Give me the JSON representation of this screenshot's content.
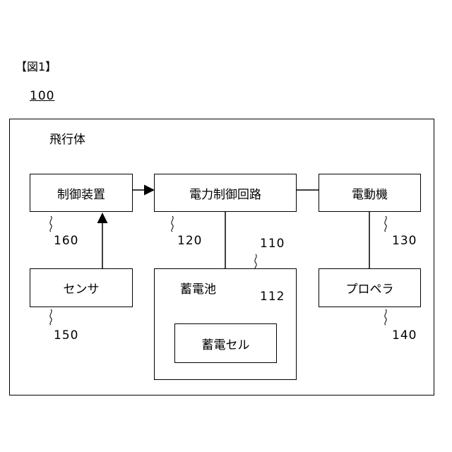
{
  "figure_label": "【図1】",
  "diagram": {
    "ref_main": "100",
    "outer_label": "飛行体",
    "boxes": {
      "controller": "制御装置",
      "power_circuit": "電力制御回路",
      "motor": "電動機",
      "sensor": "センサ",
      "battery": "蓄電池",
      "cell": "蓄電セル",
      "propeller": "プロペラ"
    },
    "refs": {
      "controller": "160",
      "power_circuit": "120",
      "motor": "130",
      "sensor": "150",
      "battery": "110",
      "cell": "112",
      "propeller": "140"
    }
  }
}
